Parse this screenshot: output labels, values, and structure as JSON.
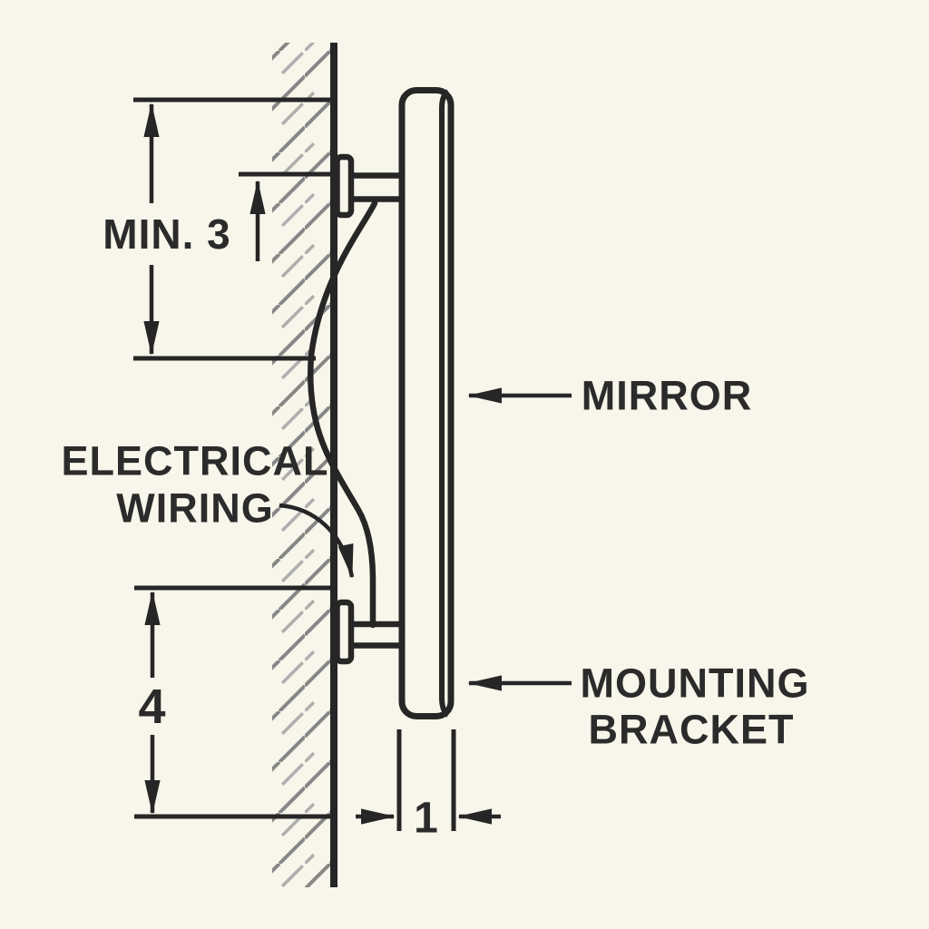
{
  "colors": {
    "background": "#f8f5ea",
    "line": "#262626",
    "text": "#2b2b2b",
    "hatch_dark": "#878787",
    "hatch_light": "#aeaeae"
  },
  "labels": {
    "mirror": "MIRROR",
    "mounting_bracket": [
      "MOUNTING",
      "BRACKET"
    ],
    "electrical_wiring": [
      "ELECTRICAL",
      "WIRING"
    ]
  },
  "dimensions": {
    "bracket_spacing_min": "MIN. 3",
    "lower_bracket_height": "4",
    "mirror_depth": "1"
  }
}
